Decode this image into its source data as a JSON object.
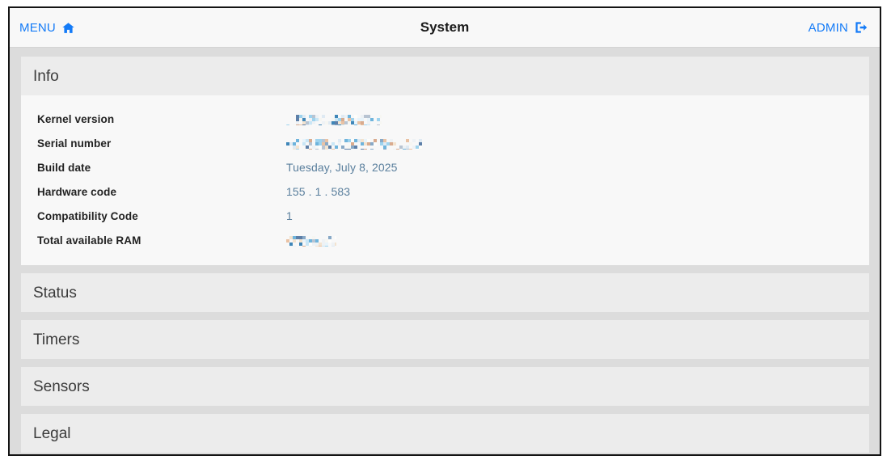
{
  "navbar": {
    "menu_label": "MENU",
    "menu_icon": "home-icon",
    "title": "System",
    "admin_label": "ADMIN",
    "admin_icon": "sign-out-icon",
    "link_color": "#147bf7",
    "background": "#f8f8f8"
  },
  "theme": {
    "page_background": "#dcdcdc",
    "panel_header_background": "#ececec",
    "panel_body_background": "#f8f8f8",
    "value_color": "#5a7f9d",
    "label_color": "#222222",
    "title_color": "#3b3b3b",
    "window_border": "#141414"
  },
  "panels": [
    {
      "id": "info",
      "title": "Info",
      "expanded": true,
      "rows": [
        {
          "label": "Kernel version",
          "value": "",
          "redacted": true,
          "redacted_width": 118
        },
        {
          "label": "Serial number",
          "value": "",
          "redacted": true,
          "redacted_width": 172
        },
        {
          "label": "Build date",
          "value": "Tuesday, July 8, 2025",
          "redacted": false
        },
        {
          "label": "Hardware code",
          "value": "155 . 1 . 583",
          "redacted": false
        },
        {
          "label": "Compatibility Code",
          "value": "1",
          "redacted": false
        },
        {
          "label": "Total available RAM",
          "value": "",
          "redacted": true,
          "redacted_width": 62
        }
      ]
    },
    {
      "id": "status",
      "title": "Status",
      "expanded": false,
      "rows": []
    },
    {
      "id": "timers",
      "title": "Timers",
      "expanded": false,
      "rows": []
    },
    {
      "id": "sensors",
      "title": "Sensors",
      "expanded": false,
      "rows": []
    },
    {
      "id": "legal",
      "title": "Legal",
      "expanded": false,
      "rows": []
    }
  ]
}
